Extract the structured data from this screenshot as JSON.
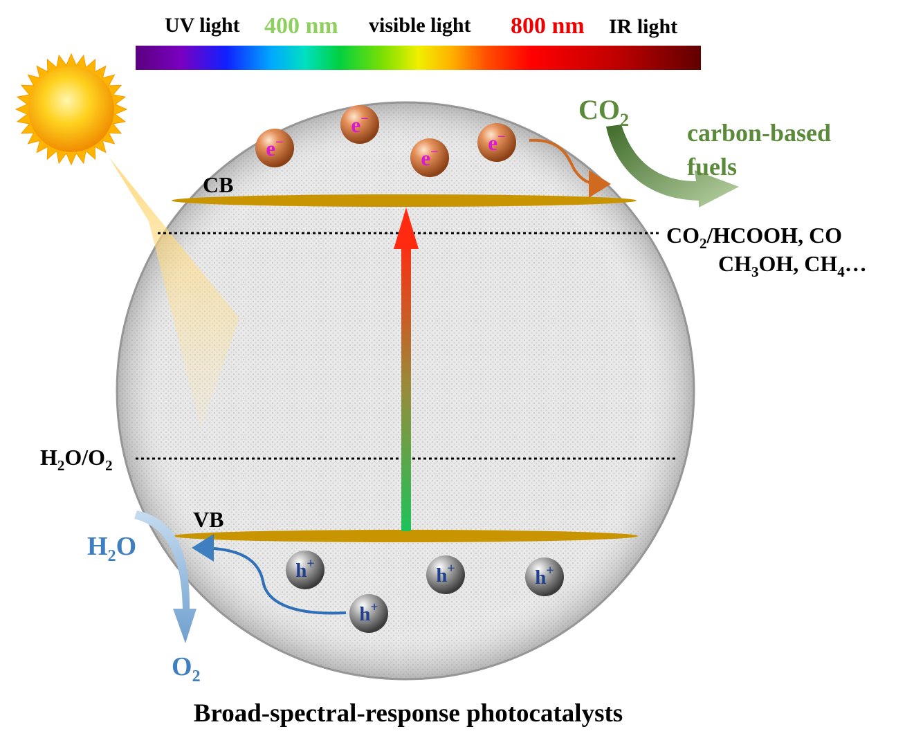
{
  "spectrum": {
    "uv_label": "UV light",
    "nm400_label": "400 nm",
    "visible_label": "visible light",
    "nm800_label": "800 nm",
    "ir_label": "IR light"
  },
  "bands": {
    "cb_label": "CB",
    "vb_label": "VB"
  },
  "electron": {
    "symbol": "e",
    "charge": "−"
  },
  "hole": {
    "symbol": "h",
    "charge": "+"
  },
  "reduction": {
    "reactant_main": "CO",
    "reactant_sub": "2",
    "product_line1": "carbon-based",
    "product_line2": "fuels",
    "potential_co2": "CO",
    "potential_co2_sub": "2",
    "potential_rest": "/HCOOH, CO",
    "ch3oh_main": "CH",
    "ch3oh_sub": "3",
    "ch3oh_rest": "OH, CH",
    "ch4_sub": "4",
    "ch4_rest": "…"
  },
  "oxidation": {
    "potential_h": "H",
    "potential_h_sub": "2",
    "potential_o": "O/O",
    "potential_o_sub": "2",
    "water_h": "H",
    "water_h_sub": "2",
    "water_o": "O",
    "oxygen_main": "O",
    "oxygen_sub": "2"
  },
  "caption": "Broad-spectral-response photocatalysts",
  "colors": {
    "band": "#c89400",
    "electron_label": "#d81ad8",
    "hole_label": "#1f3f8f",
    "reduction_text": "#5a8a3a",
    "oxidation_text": "#3f7fbf",
    "nm400": "#8fcf5f",
    "nm800": "#ee0000"
  }
}
